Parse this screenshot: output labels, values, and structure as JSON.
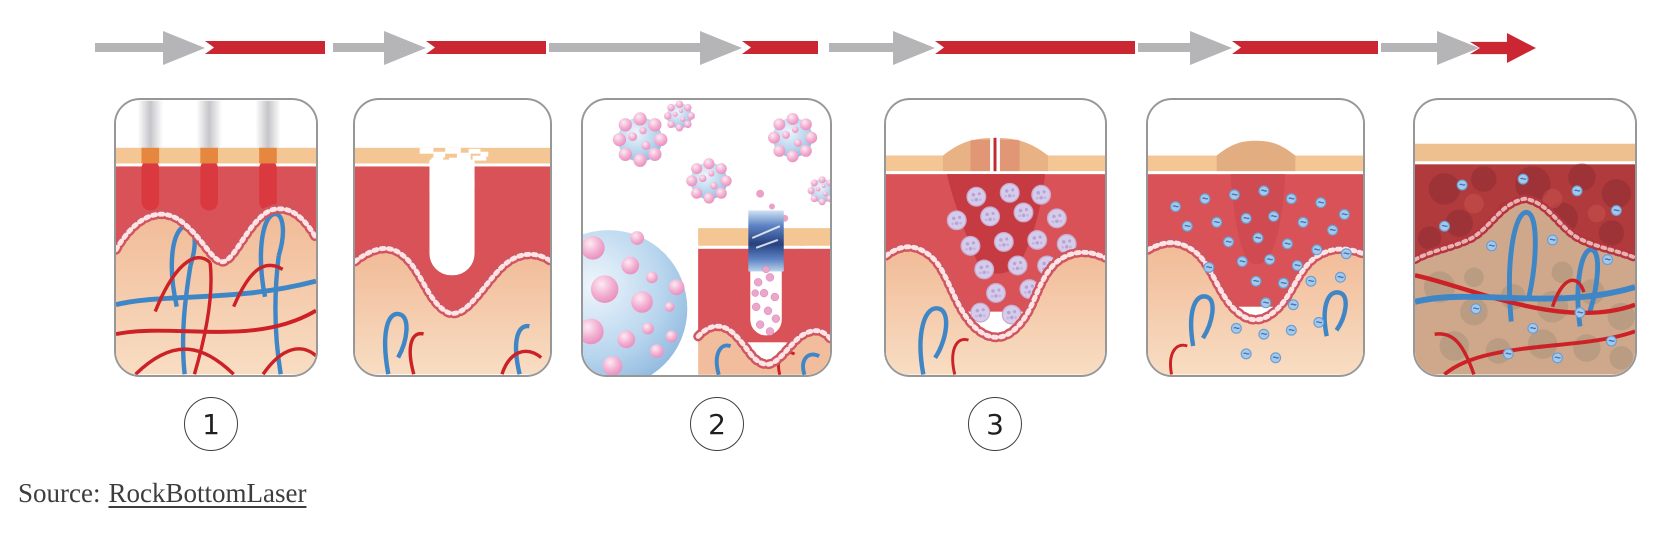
{
  "figure": {
    "semantic": "fractional-laser-skin-treatment-sequence",
    "direction": "left-to-right"
  },
  "timeline": {
    "gray_color": "#b5b4b6",
    "red_color": "#cb2733"
  },
  "stages": [
    {
      "semantic": "laser-beams-penetrating-skin"
    },
    {
      "semantic": "ablated-micro-channel-in-skin"
    },
    {
      "semantic": "serum-particles-entering-channel"
    },
    {
      "semantic": "particles-dispersed-in-dermis"
    },
    {
      "semantic": "particles-absorbing-deeper"
    },
    {
      "semantic": "skin-remodeling-and-healing"
    }
  ],
  "badges": [
    {
      "label": "1"
    },
    {
      "label": "2"
    },
    {
      "label": "3"
    }
  ],
  "source": {
    "prefix": "Source:",
    "link_text": "RockBottomLaser"
  },
  "colors": {
    "epidermis_tan": "#f3c693",
    "dermis_red": "#d85257",
    "remodeled_red": "#b03a3c",
    "deep_tissue_peach": "#f2bd9d",
    "deep_tissue_gray": "#cfa88b",
    "vessel_blue": "#3f86c6",
    "vessel_red": "#cc2127",
    "particle_pink": "#eba6cb",
    "particle_blue": "#a6c9ea",
    "particle_lavender": "#d6cce9",
    "sphere_blue": "#8cb6e0"
  }
}
